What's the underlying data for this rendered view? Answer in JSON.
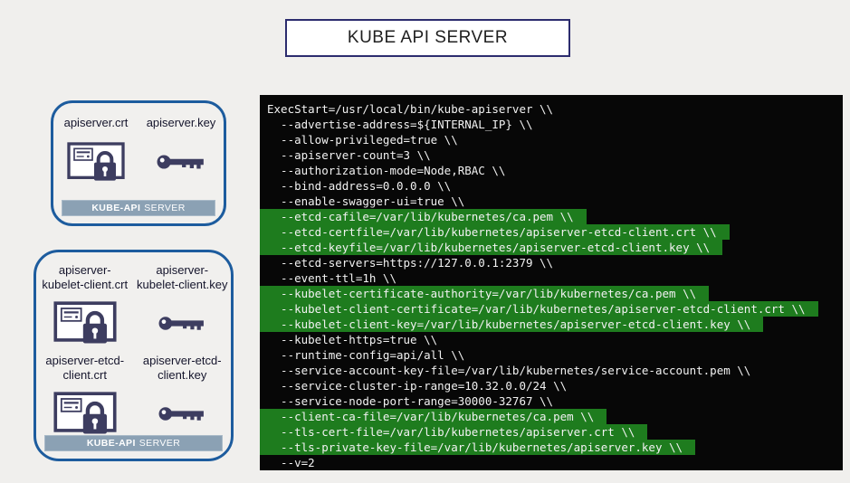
{
  "title": "KUBE API SERVER",
  "colors": {
    "background": "#f0efed",
    "box_border_blue": "#1d5c9e",
    "icon_navy": "#3d3d60",
    "footer_bar": "#8ba1b4",
    "terminal_bg": "#070707",
    "terminal_text": "#f2f2f2",
    "highlight_green": "#1e7c1e",
    "title_border": "#2c2c6e"
  },
  "cert_boxes": [
    {
      "items": [
        {
          "label": "apiserver.crt",
          "type": "certificate"
        },
        {
          "label": "apiserver.key",
          "type": "key"
        }
      ],
      "footer_bold": "KUBE-API",
      "footer_rest": "SERVER"
    },
    {
      "items": [
        {
          "label": "apiserver-kubelet-client.crt",
          "type": "certificate"
        },
        {
          "label": "apiserver-kubelet-client.key",
          "type": "key"
        },
        {
          "label": "apiserver-etcd-client.crt",
          "type": "certificate"
        },
        {
          "label": "apiserver-etcd-client.key",
          "type": "key"
        }
      ],
      "footer_bold": "KUBE-API",
      "footer_rest": "SERVER"
    }
  ],
  "terminal": {
    "lines": [
      {
        "text": "ExecStart=/usr/local/bin/kube-apiserver \\\\",
        "highlight": false
      },
      {
        "text": "  --advertise-address=${INTERNAL_IP} \\\\",
        "highlight": false
      },
      {
        "text": "  --allow-privileged=true \\\\",
        "highlight": false
      },
      {
        "text": "  --apiserver-count=3 \\\\",
        "highlight": false
      },
      {
        "text": "  --authorization-mode=Node,RBAC \\\\",
        "highlight": false
      },
      {
        "text": "  --bind-address=0.0.0.0 \\\\",
        "highlight": false
      },
      {
        "text": "  --enable-swagger-ui=true \\\\",
        "highlight": false
      },
      {
        "text": "  --etcd-cafile=/var/lib/kubernetes/ca.pem \\\\",
        "highlight": true
      },
      {
        "text": "  --etcd-certfile=/var/lib/kubernetes/apiserver-etcd-client.crt \\\\",
        "highlight": true
      },
      {
        "text": "  --etcd-keyfile=/var/lib/kubernetes/apiserver-etcd-client.key \\\\",
        "highlight": true
      },
      {
        "text": "  --etcd-servers=https://127.0.0.1:2379 \\\\",
        "highlight": false
      },
      {
        "text": "  --event-ttl=1h \\\\",
        "highlight": false
      },
      {
        "text": "  --kubelet-certificate-authority=/var/lib/kubernetes/ca.pem \\\\",
        "highlight": true
      },
      {
        "text": "  --kubelet-client-certificate=/var/lib/kubernetes/apiserver-etcd-client.crt \\\\",
        "highlight": true
      },
      {
        "text": "  --kubelet-client-key=/var/lib/kubernetes/apiserver-etcd-client.key \\\\",
        "highlight": true
      },
      {
        "text": "  --kubelet-https=true \\\\",
        "highlight": false
      },
      {
        "text": "  --runtime-config=api/all \\\\",
        "highlight": false
      },
      {
        "text": "  --service-account-key-file=/var/lib/kubernetes/service-account.pem \\\\",
        "highlight": false
      },
      {
        "text": "  --service-cluster-ip-range=10.32.0.0/24 \\\\",
        "highlight": false
      },
      {
        "text": "  --service-node-port-range=30000-32767 \\\\",
        "highlight": false
      },
      {
        "text": "  --client-ca-file=/var/lib/kubernetes/ca.pem \\\\",
        "highlight": true
      },
      {
        "text": "  --tls-cert-file=/var/lib/kubernetes/apiserver.crt \\\\",
        "highlight": true
      },
      {
        "text": "  --tls-private-key-file=/var/lib/kubernetes/apiserver.key \\\\",
        "highlight": true
      },
      {
        "text": "  --v=2",
        "highlight": false
      }
    ]
  }
}
